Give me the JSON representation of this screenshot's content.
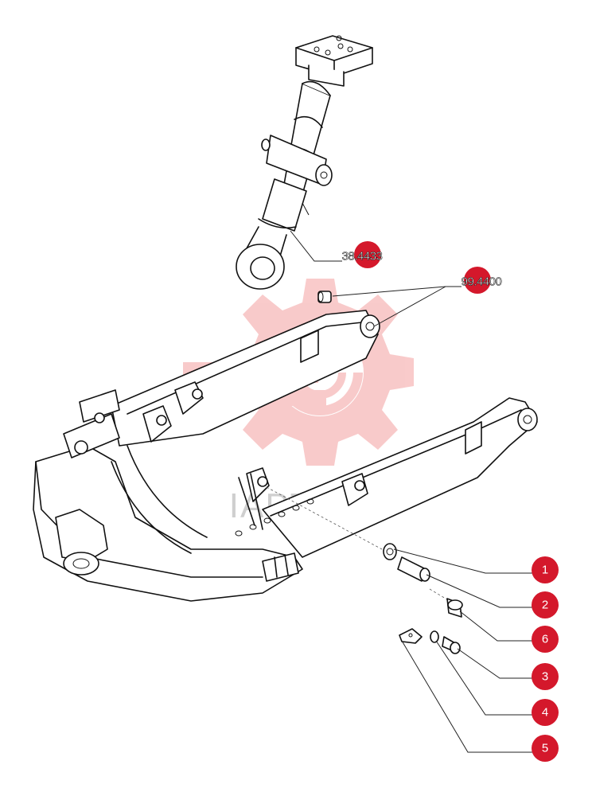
{
  "watermark": {
    "text": "IAPTEX",
    "color": "#f4b5b5"
  },
  "callout_color": "#d4182b",
  "references": [
    {
      "id": "ref-cylinder",
      "label": "38.4433"
    },
    {
      "id": "ref-bushing",
      "label": "99.4400"
    }
  ],
  "callouts": [
    {
      "id": "c1",
      "label": "1"
    },
    {
      "id": "c2",
      "label": "2"
    },
    {
      "id": "c6",
      "label": "6"
    },
    {
      "id": "c3",
      "label": "3"
    },
    {
      "id": "c4",
      "label": "4"
    },
    {
      "id": "c5",
      "label": "5"
    }
  ]
}
